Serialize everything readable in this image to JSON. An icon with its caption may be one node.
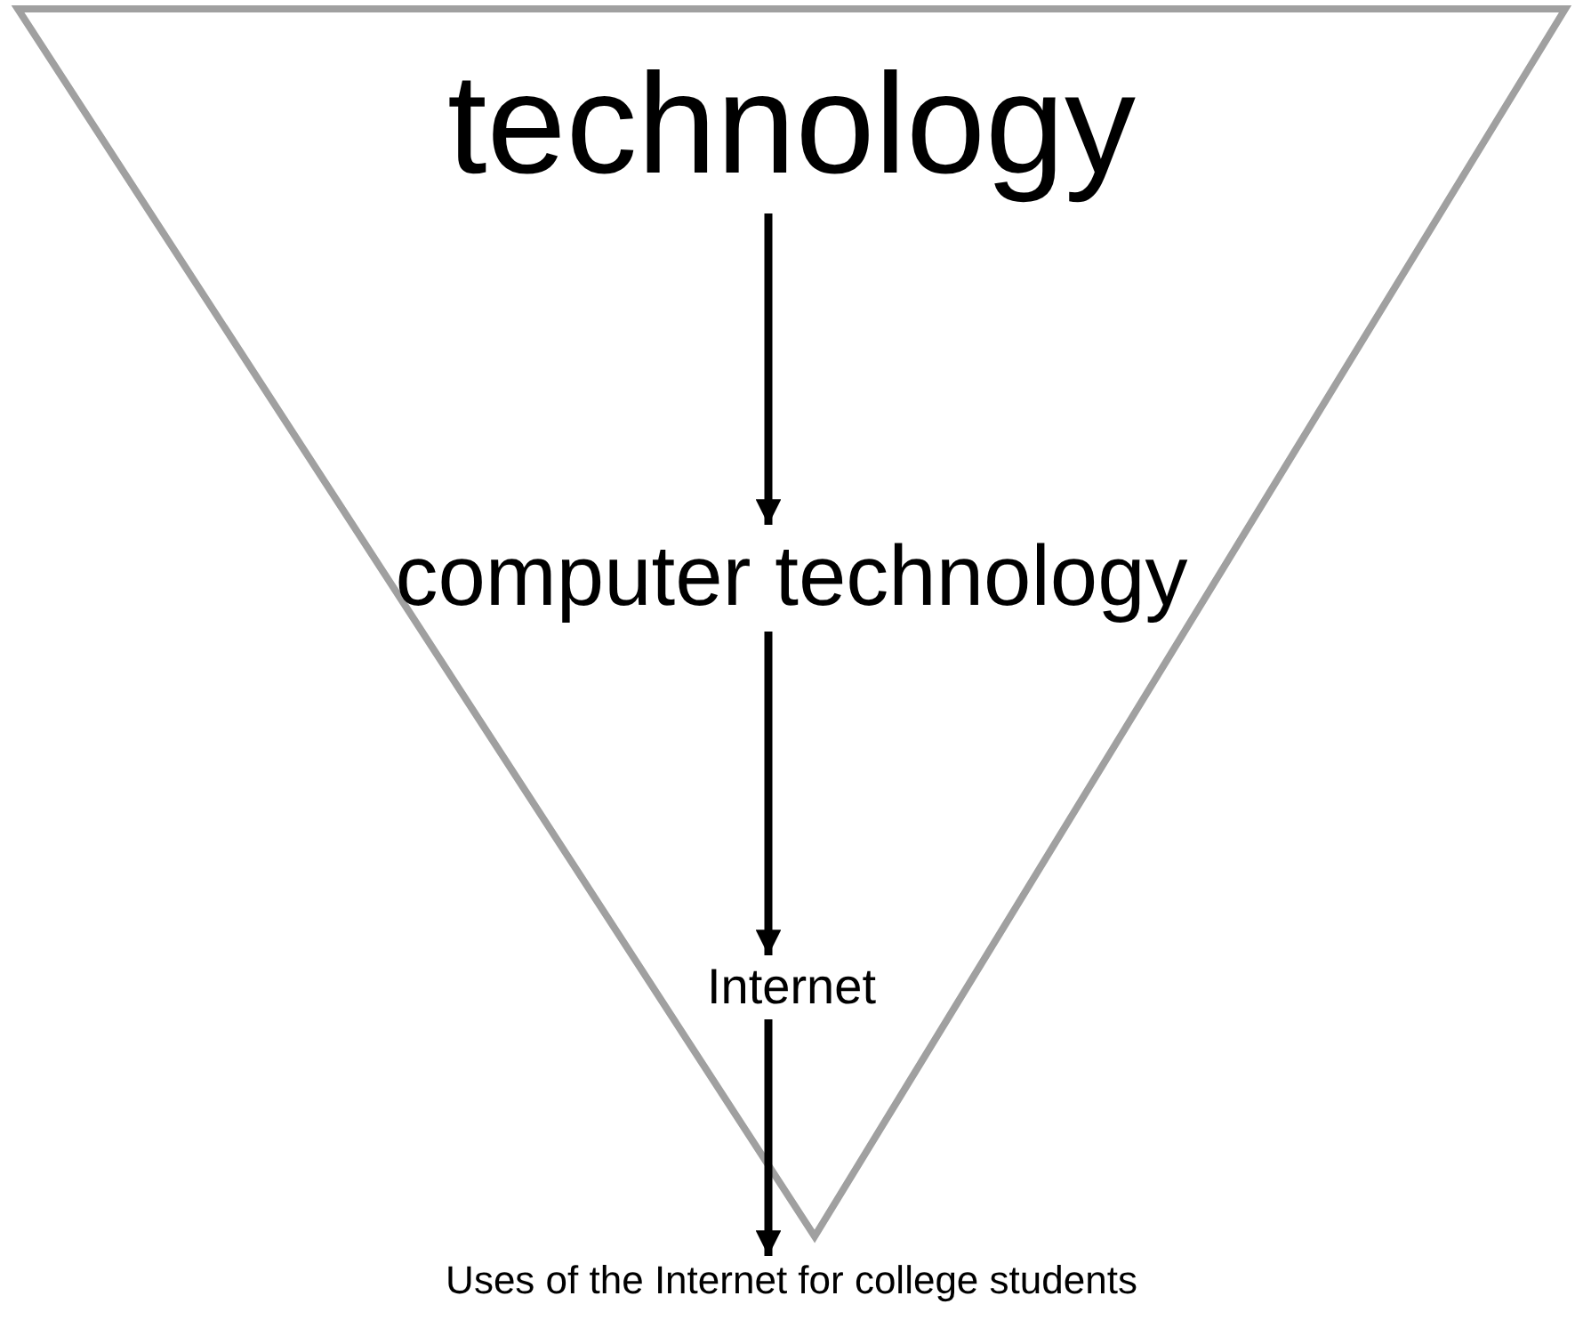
{
  "diagram": {
    "nodes": [
      {
        "text": [
          "technology"
        ]
      },
      {
        "text": [
          "computer technology"
        ]
      },
      {
        "text": [
          "Internet"
        ]
      },
      {
        "text": [
          "Uses of the Internet for college students"
        ]
      }
    ],
    "edges": [
      {
        "from": 0,
        "to": 1,
        "arrow": "to"
      },
      {
        "from": 1,
        "to": 2,
        "arrow": "to"
      },
      {
        "from": 2,
        "to": 3,
        "arrow": "to"
      }
    ]
  }
}
